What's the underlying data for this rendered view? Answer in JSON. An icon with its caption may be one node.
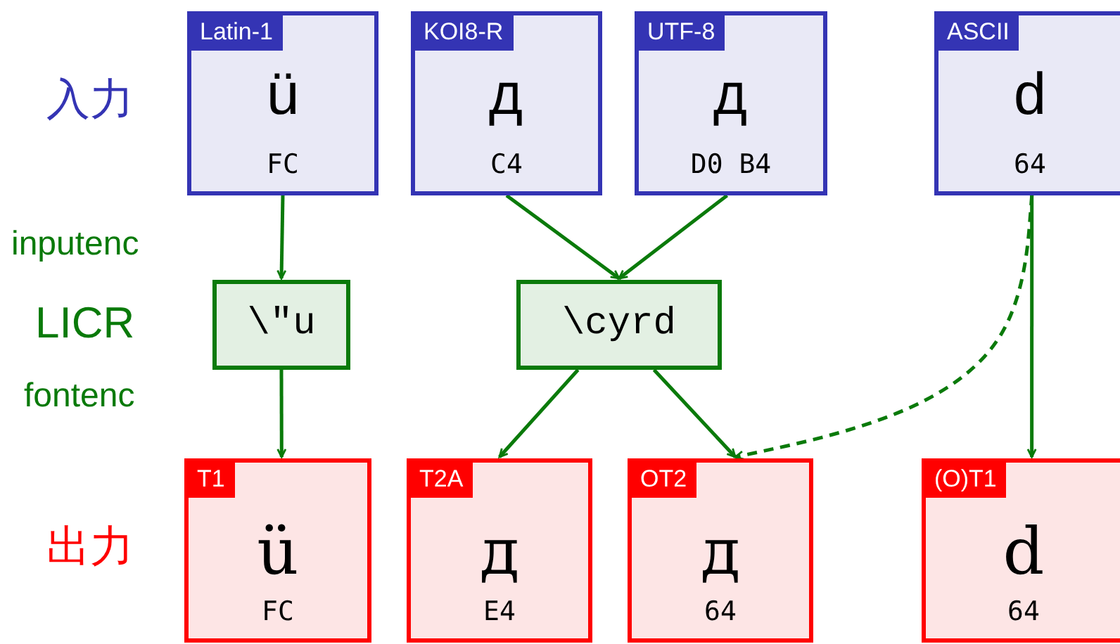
{
  "diagram": {
    "nodes": [
      {
        "text": [
          "Latin-1",
          "ü",
          "FC"
        ]
      },
      {
        "text": [
          "KOI8-R",
          "д",
          "C4"
        ]
      },
      {
        "text": [
          "UTF-8",
          "д",
          "D0 B4"
        ]
      },
      {
        "text": [
          "ASCII",
          "d",
          "64"
        ]
      },
      {
        "text": [
          "\\\"u"
        ]
      },
      {
        "text": [
          "\\cyrd"
        ]
      },
      {
        "text": [
          "T1",
          "ü",
          "FC"
        ]
      },
      {
        "text": [
          "T2A",
          "д",
          "E4"
        ]
      },
      {
        "text": [
          "OT2",
          "д",
          "64"
        ]
      },
      {
        "text": [
          "(O)T1",
          "d",
          "64"
        ]
      }
    ],
    "edges": [
      {
        "from": 0,
        "to": 4,
        "arrow": "to"
      },
      {
        "from": 1,
        "to": 5,
        "arrow": "to"
      },
      {
        "from": 2,
        "to": 5,
        "arrow": "to"
      },
      {
        "from": 3,
        "to": 8,
        "arrow": "to",
        "style": "dashed"
      },
      {
        "from": 3,
        "to": 9,
        "arrow": "to"
      },
      {
        "from": 4,
        "to": 6,
        "arrow": "to"
      },
      {
        "from": 5,
        "to": 7,
        "arrow": "to"
      },
      {
        "from": 5,
        "to": 8,
        "arrow": "to"
      }
    ],
    "labels": [
      "入力",
      "inputenc",
      "LICR",
      "fontenc",
      "出力"
    ]
  }
}
